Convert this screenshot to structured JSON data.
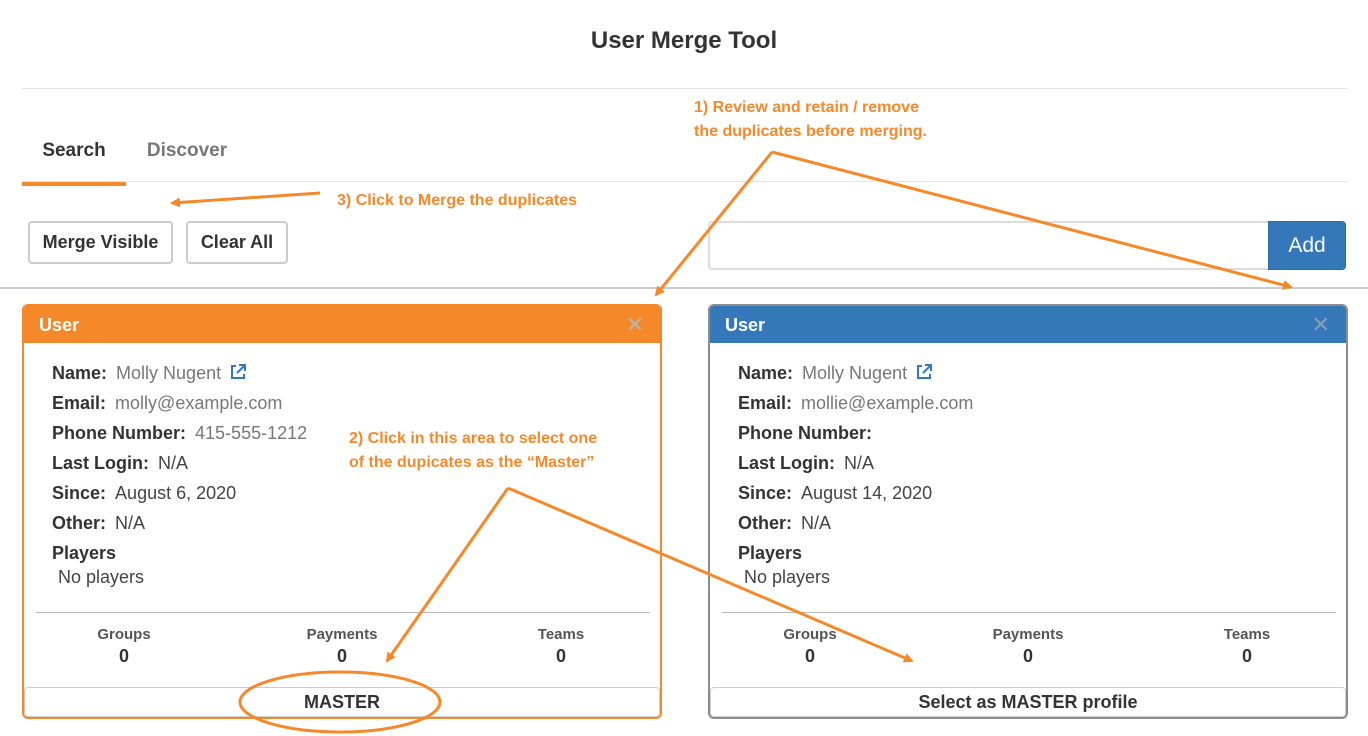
{
  "page": {
    "title": "User Merge Tool"
  },
  "tabs": [
    {
      "label": "Search"
    },
    {
      "label": "Discover"
    }
  ],
  "toolbar": {
    "merge_visible_label": "Merge Visible",
    "clear_all_label": "Clear All",
    "add_label": "Add",
    "search_value": ""
  },
  "cards": [
    {
      "header": "User",
      "name_label": "Name:",
      "name": "Molly Nugent",
      "email_label": "Email:",
      "email": "molly@example.com",
      "phone_label": "Phone Number:",
      "phone": "415-555-1212",
      "last_login_label": "Last Login:",
      "last_login": "N/A",
      "since_label": "Since:",
      "since": "August 6, 2020",
      "other_label": "Other:",
      "other": "N/A",
      "players_label": "Players",
      "players": "No players",
      "groups_label": "Groups",
      "groups": "0",
      "payments_label": "Payments",
      "payments": "0",
      "teams_label": "Teams",
      "teams": "0",
      "master_label": "MASTER"
    },
    {
      "header": "User",
      "name_label": "Name:",
      "name": "Molly Nugent",
      "email_label": "Email:",
      "email": "mollie@example.com",
      "phone_label": "Phone Number:",
      "phone": "",
      "last_login_label": "Last Login:",
      "last_login": "N/A",
      "since_label": "Since:",
      "since": "August 14, 2020",
      "other_label": "Other:",
      "other": "N/A",
      "players_label": "Players",
      "players": "No players",
      "groups_label": "Groups",
      "groups": "0",
      "payments_label": "Payments",
      "payments": "0",
      "teams_label": "Teams",
      "teams": "0",
      "master_label": "Select as MASTER profile"
    }
  ],
  "annotations": {
    "review_line1": "1) Review and retain / remove",
    "review_line2": "the duplicates before merging.",
    "select_line1": "2) Click in this area to select one",
    "select_line2": "of the dupicates as the “Master”",
    "merge_note": "3) Click to Merge the duplicates"
  },
  "colors": {
    "accent_orange": "#f5892a",
    "primary_blue": "#3478b9"
  },
  "icons": {
    "external_link": "external-link-icon",
    "close": "close-icon"
  }
}
